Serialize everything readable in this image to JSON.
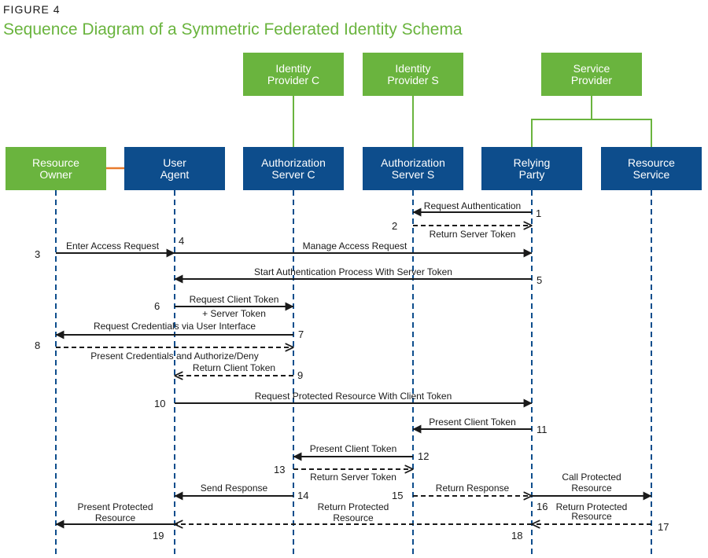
{
  "figure_label": "FIGURE 4",
  "title": "Sequence Diagram of a Symmetric Federated Identity Schema",
  "colors": {
    "green": "#6ab43e",
    "navy": "#0d4d8c",
    "orange": "#e87b2d",
    "arrow": "#1a1a1a"
  },
  "providers": [
    {
      "id": "idp-c",
      "lines": [
        "Identity",
        "Provider C"
      ]
    },
    {
      "id": "idp-s",
      "lines": [
        "Identity",
        "Provider S"
      ]
    },
    {
      "id": "sp",
      "lines": [
        "Service",
        "Provider"
      ]
    }
  ],
  "participants": [
    {
      "id": "resource-owner",
      "lines": [
        "Resource",
        "Owner"
      ],
      "color": "green"
    },
    {
      "id": "user-agent",
      "lines": [
        "User",
        "Agent"
      ],
      "color": "navy"
    },
    {
      "id": "auth-server-c",
      "lines": [
        "Authorization",
        "Server C"
      ],
      "color": "navy"
    },
    {
      "id": "auth-server-s",
      "lines": [
        "Authorization",
        "Server S"
      ],
      "color": "navy"
    },
    {
      "id": "relying-party",
      "lines": [
        "Relying",
        "Party"
      ],
      "color": "navy"
    },
    {
      "id": "resource-service",
      "lines": [
        "Resource",
        "Service"
      ],
      "color": "navy"
    }
  ],
  "messages": [
    {
      "step": "1",
      "from": "relying-party",
      "to": "auth-server-s",
      "dashed": false,
      "label": [
        "Request Authentication"
      ]
    },
    {
      "step": "2",
      "from": "auth-server-s",
      "to": "relying-party",
      "dashed": true,
      "label": [
        "Return Server Token"
      ]
    },
    {
      "step": "3",
      "from": "resource-owner",
      "to": "user-agent",
      "dashed": false,
      "label": [
        "Enter Access Request"
      ]
    },
    {
      "step": "4",
      "from": "user-agent",
      "to": "relying-party",
      "dashed": false,
      "label": [
        "Manage Access Request"
      ]
    },
    {
      "step": "5",
      "from": "relying-party",
      "to": "user-agent",
      "dashed": false,
      "label": [
        "Start Authentication Process With Server Token"
      ]
    },
    {
      "step": "6",
      "from": "user-agent",
      "to": "auth-server-c",
      "dashed": false,
      "label": [
        "Request Client Token",
        "+ Server Token"
      ]
    },
    {
      "step": "7",
      "from": "auth-server-c",
      "to": "resource-owner",
      "dashed": false,
      "label": [
        "Request Credentials via User Interface"
      ]
    },
    {
      "step": "8",
      "from": "resource-owner",
      "to": "auth-server-c",
      "dashed": true,
      "label": [
        "Present Credentials and Authorize/Deny"
      ]
    },
    {
      "step": "9",
      "from": "auth-server-c",
      "to": "user-agent",
      "dashed": true,
      "label": [
        "Return Client Token"
      ]
    },
    {
      "step": "10",
      "from": "user-agent",
      "to": "relying-party",
      "dashed": false,
      "label": [
        "Request Protected Resource With Client Token"
      ]
    },
    {
      "step": "11",
      "from": "relying-party",
      "to": "auth-server-s",
      "dashed": false,
      "label": [
        "Present Client Token"
      ]
    },
    {
      "step": "12",
      "from": "auth-server-s",
      "to": "auth-server-c",
      "dashed": false,
      "label": [
        "Present Client Token"
      ]
    },
    {
      "step": "13",
      "from": "auth-server-c",
      "to": "auth-server-s",
      "dashed": true,
      "label": [
        "Return Server Token"
      ]
    },
    {
      "step": "14",
      "from": "auth-server-c",
      "to": "user-agent",
      "dashed": false,
      "label": [
        "Send Response"
      ]
    },
    {
      "step": "15",
      "from": "auth-server-s",
      "to": "relying-party",
      "dashed": true,
      "label": [
        "Return Response"
      ]
    },
    {
      "step": "16",
      "from": "relying-party",
      "to": "resource-service",
      "dashed": false,
      "label": [
        "Call Protected",
        "Resource"
      ]
    },
    {
      "step": "17",
      "from": "resource-service",
      "to": "relying-party",
      "dashed": true,
      "label": [
        "Return Protected",
        "Resource"
      ]
    },
    {
      "step": "18",
      "from": "relying-party",
      "to": "user-agent",
      "dashed": true,
      "label": [
        "Return Protected",
        "Resource"
      ]
    },
    {
      "step": "19",
      "from": "user-agent",
      "to": "resource-owner",
      "dashed": false,
      "label": [
        "Present Protected",
        "Resource"
      ]
    }
  ]
}
